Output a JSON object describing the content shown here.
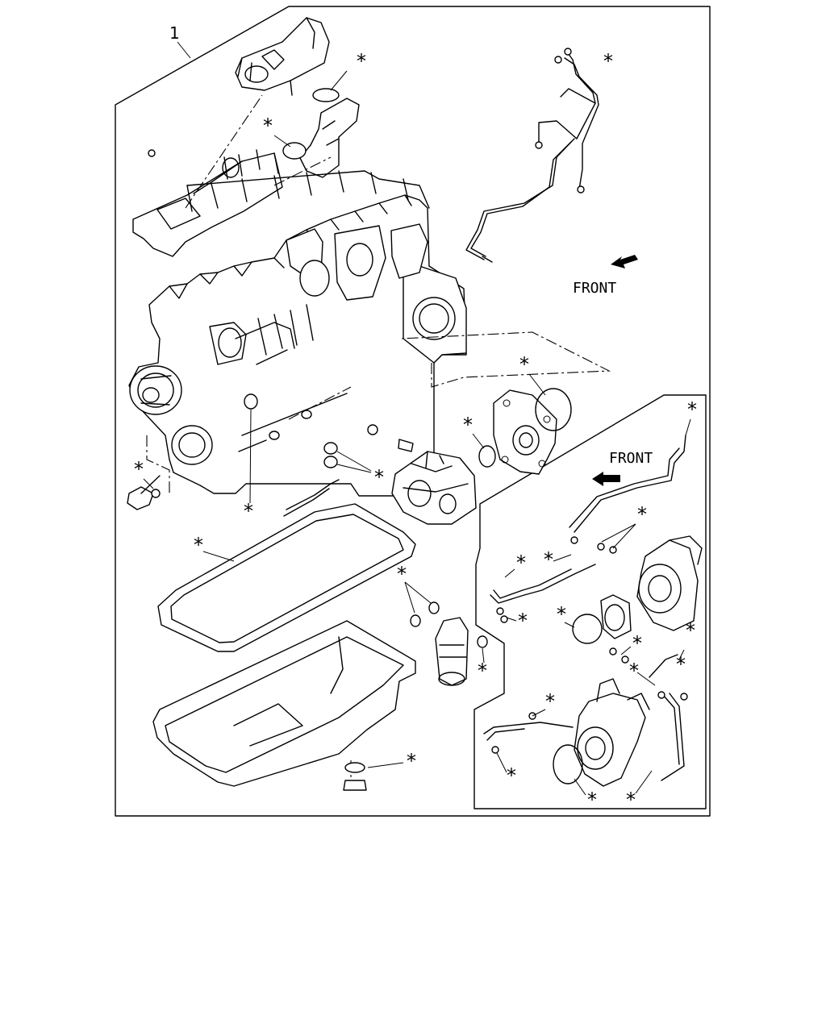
{
  "diagram": {
    "item_number": "1",
    "front_label_main": "FRONT",
    "front_label_inset": "FRONT",
    "kit_mark": "*",
    "line_color": "#000000",
    "background_color": "#ffffff"
  }
}
